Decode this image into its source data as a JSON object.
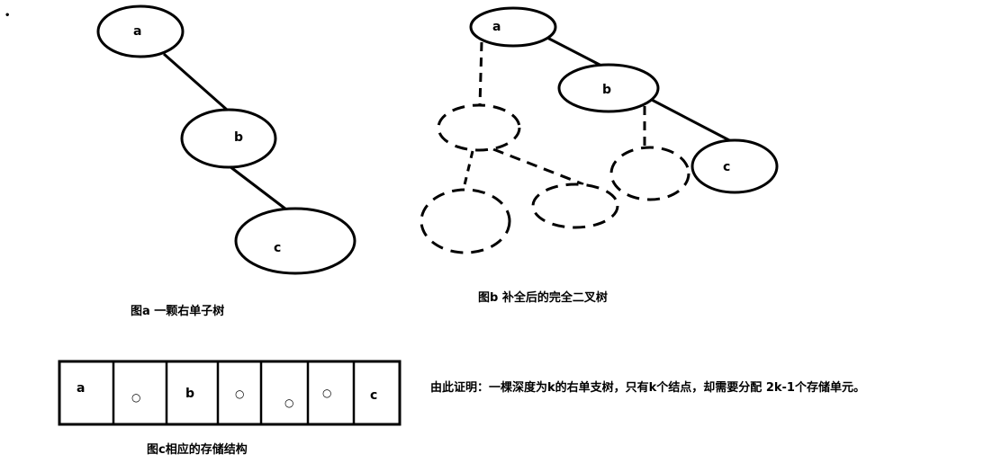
{
  "bullet": "•",
  "tree_a": {
    "caption": "图a 一颗右单子树",
    "nodes": [
      "a",
      "b",
      "c"
    ]
  },
  "tree_b": {
    "caption": "图b 补全后的完全二叉树",
    "nodes": [
      "a",
      "b",
      "c"
    ]
  },
  "storage": {
    "caption": "图c相应的存储结构",
    "cells": [
      "a",
      "○",
      "b",
      "○",
      "○",
      "○",
      "c"
    ]
  },
  "conclusion": "由此证明：一棵深度为k的右单支树，只有k个结点，却需要分配 2k-1个存储单元。"
}
